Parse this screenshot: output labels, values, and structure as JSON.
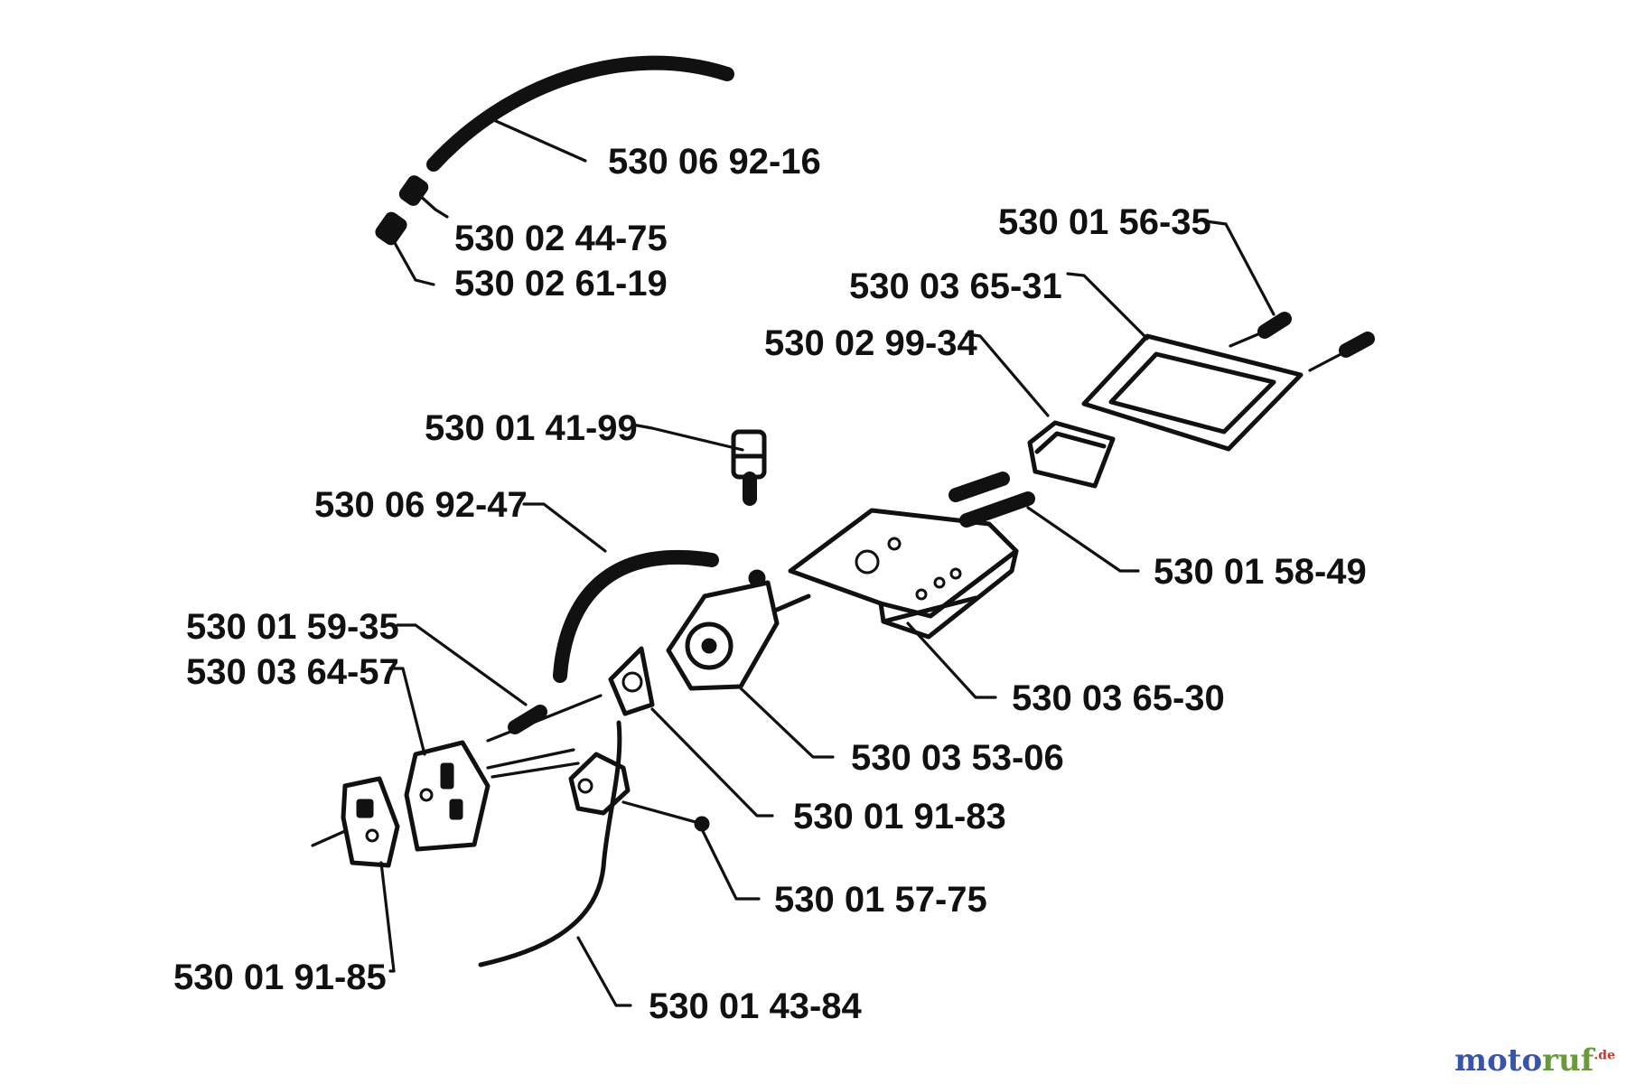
{
  "diagram": {
    "parts": [
      {
        "id": "fuel-line-top",
        "number": "530 06 92-16"
      },
      {
        "id": "fuel-line-cap",
        "number": "530 02 44-75"
      },
      {
        "id": "fuel-filter",
        "number": "530 02 61-19"
      },
      {
        "id": "air-filter-cover-screw",
        "number": "530 01 56-35"
      },
      {
        "id": "air-filter-gasket",
        "number": "530 03 65-31"
      },
      {
        "id": "air-filter",
        "number": "530 02 99-34"
      },
      {
        "id": "primer-bulb",
        "number": "530 01 41-99"
      },
      {
        "id": "return-hose",
        "number": "530 06 92-47"
      },
      {
        "id": "air-filter-screws",
        "number": "530 01 58-49"
      },
      {
        "id": "mounting-screw",
        "number": "530 01 59-35"
      },
      {
        "id": "insulator-block",
        "number": "530 03 64-57"
      },
      {
        "id": "air-filter-housing",
        "number": "530 03 65-30"
      },
      {
        "id": "carburetor",
        "number": "530 03 53-06"
      },
      {
        "id": "carburetor-gasket",
        "number": "530 01 91-83"
      },
      {
        "id": "intake-screw",
        "number": "530 01 57-75"
      },
      {
        "id": "intake-gasket",
        "number": "530 01 91-85"
      },
      {
        "id": "fuel-hose-bottom",
        "number": "530 01 43-84"
      }
    ]
  },
  "watermark": {
    "part1": "moto",
    "part2": "ruf",
    "suffix": ".de"
  }
}
